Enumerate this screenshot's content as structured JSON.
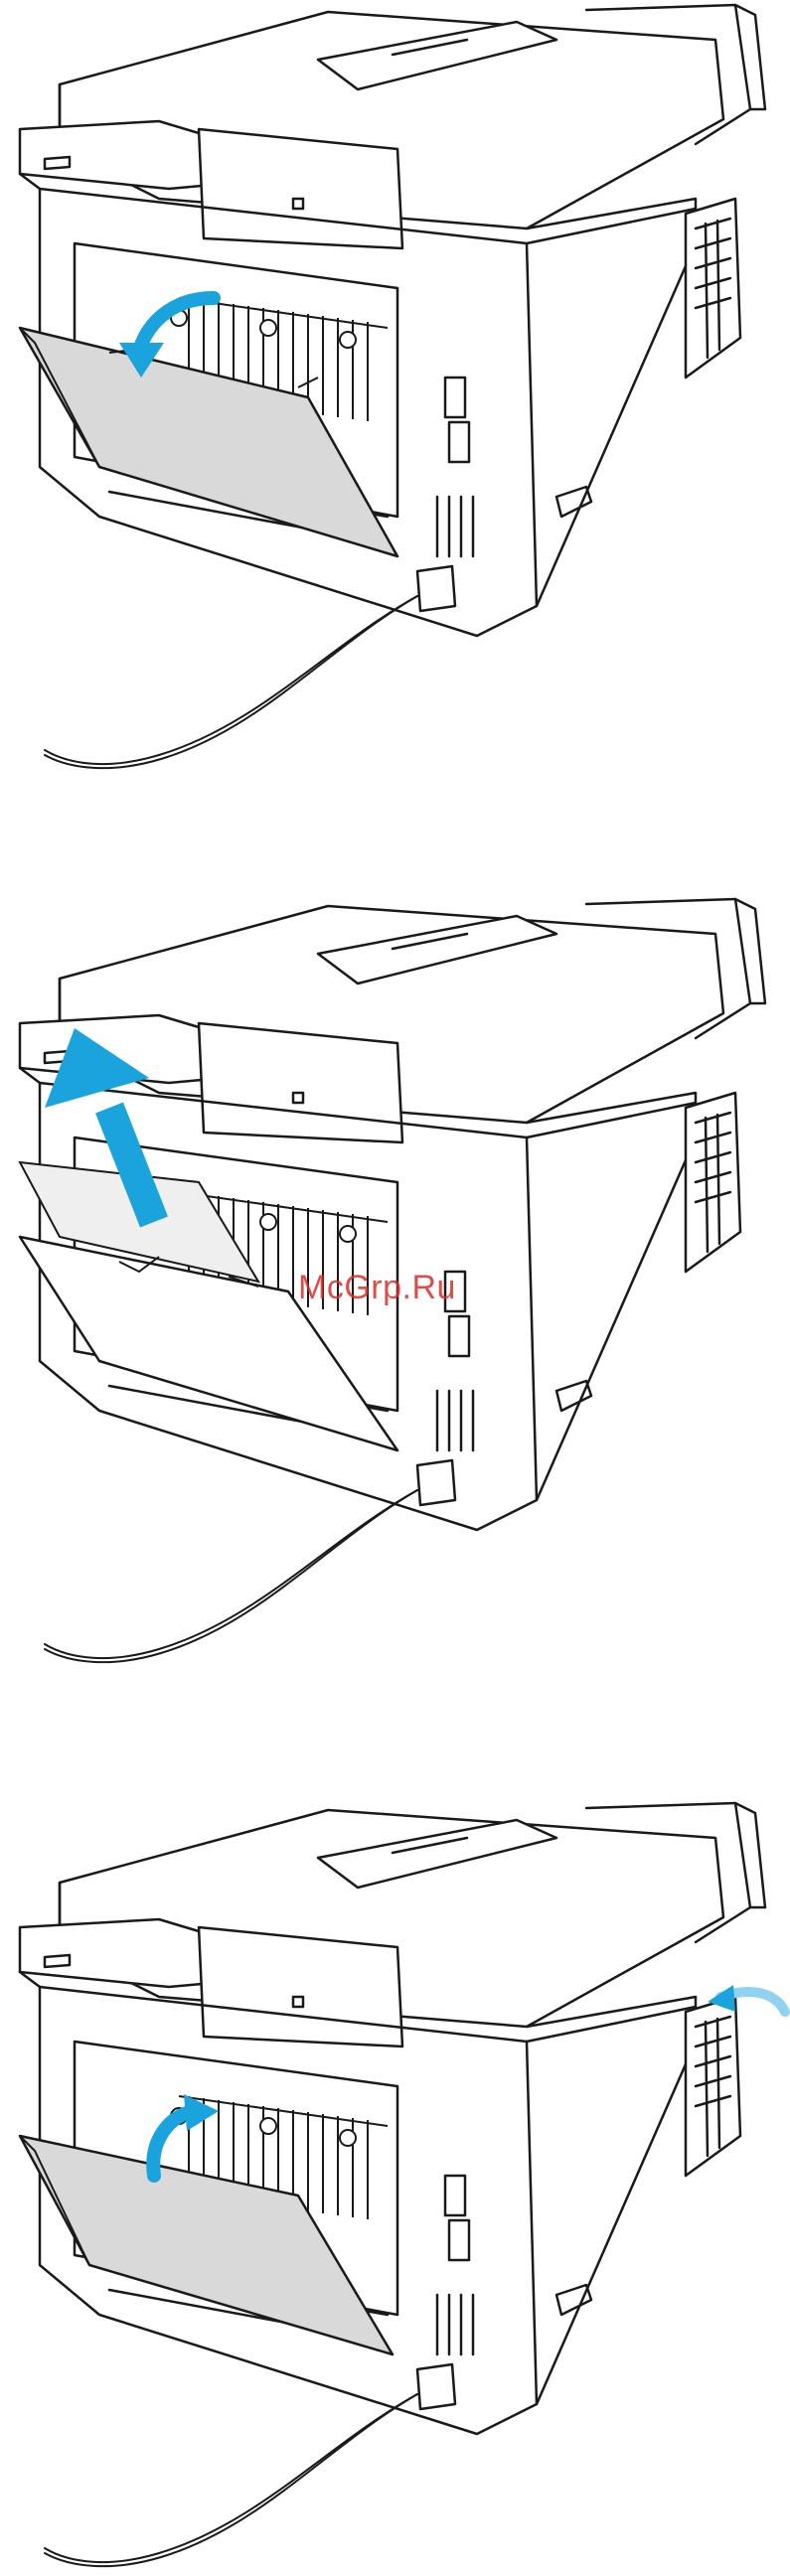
{
  "watermark": {
    "text": "McGrp.Ru"
  },
  "colors": {
    "line": "#1a1a1a",
    "door": "#d9d9d9",
    "arrow": "#1aa3dd",
    "arrow_light": "#8fd3f0",
    "paper": "#efefef"
  },
  "steps": [
    {
      "id": "step-open-rear-door",
      "arrow": "curved-arrow-down-icon"
    },
    {
      "id": "step-remove-paper",
      "arrow": "arrow-up-out-icon"
    },
    {
      "id": "step-close-rear-door",
      "arrow": "curved-arrow-up-icon",
      "extra_arrow": "arrow-push-in-icon"
    }
  ]
}
